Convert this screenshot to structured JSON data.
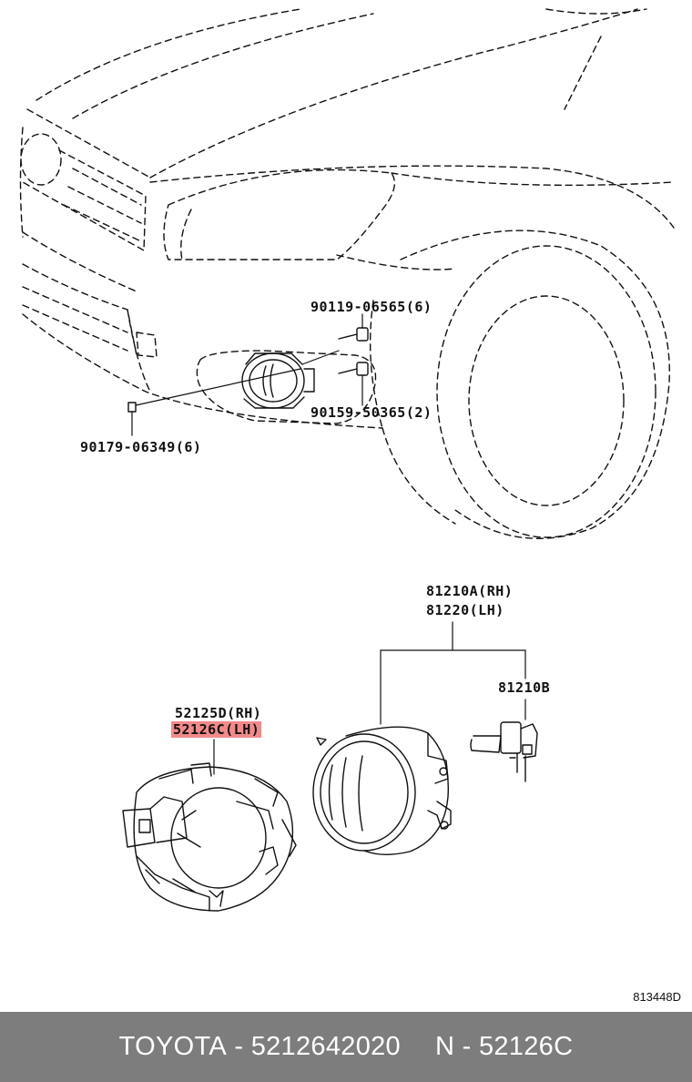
{
  "labels": {
    "bolt_upper": "90119-06565(6)",
    "bolt_lower": "90159-50365(2)",
    "clip": "90179-06349(6)",
    "fog_lamp_rh": "81210A(RH)",
    "fog_lamp_lh": "81220(LH)",
    "bulb": "81210B",
    "bracket_rh": "52125D(RH)",
    "bracket_lh": "52126C(LH)"
  },
  "ref_code": "813448D",
  "footer": {
    "brand": "TOYOTA",
    "part_number": "5212642020",
    "ref_prefix": "N",
    "ref_number": "52126C",
    "separator": "-"
  },
  "colors": {
    "highlight": "#f28a8a",
    "footer_bg": "#7d7d7d",
    "line": "#111111"
  }
}
